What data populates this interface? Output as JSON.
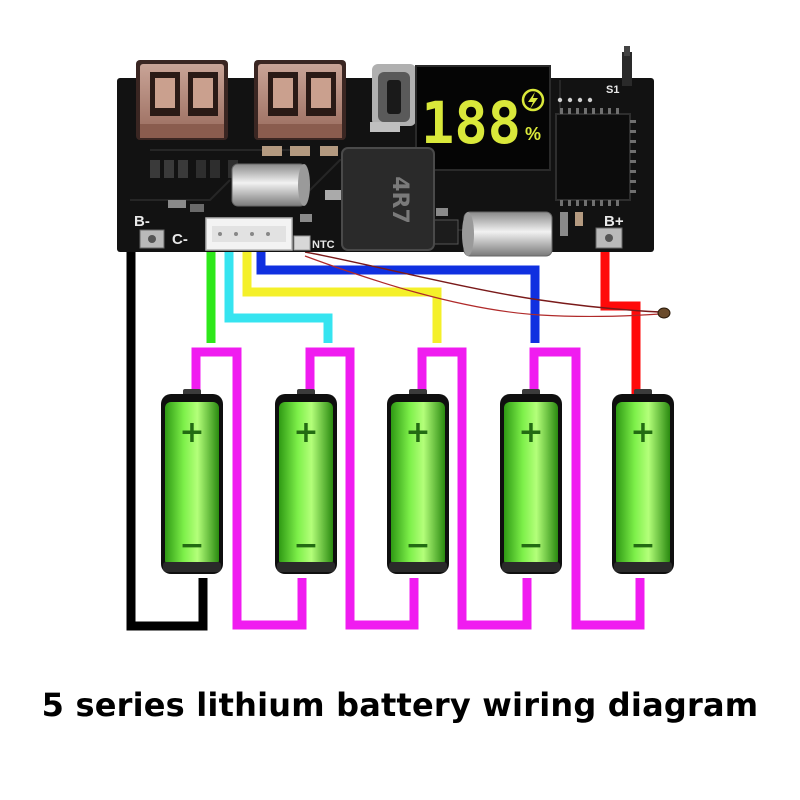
{
  "caption": "5 series lithium battery wiring diagram",
  "board": {
    "labels": {
      "b_minus": "B-",
      "c_minus": "C-",
      "b_plus": "B+",
      "ntc": "NTC",
      "inductor": "4R7",
      "switch": "S1"
    },
    "display": {
      "digits": "188",
      "percent": "%",
      "icon": "lightning-icon"
    }
  },
  "batteries": [
    {
      "plus": "+",
      "minus": "−"
    },
    {
      "plus": "+",
      "minus": "−"
    },
    {
      "plus": "+",
      "minus": "−"
    },
    {
      "plus": "+",
      "minus": "−"
    },
    {
      "plus": "+",
      "minus": "−"
    }
  ],
  "wire_colors": {
    "black": "#000000",
    "green": "#2ee81a",
    "cyan": "#36e4f0",
    "yellow": "#f4f02a",
    "blue": "#1030e0",
    "red": "#ff0a0a",
    "magenta": "#f01cf0"
  }
}
